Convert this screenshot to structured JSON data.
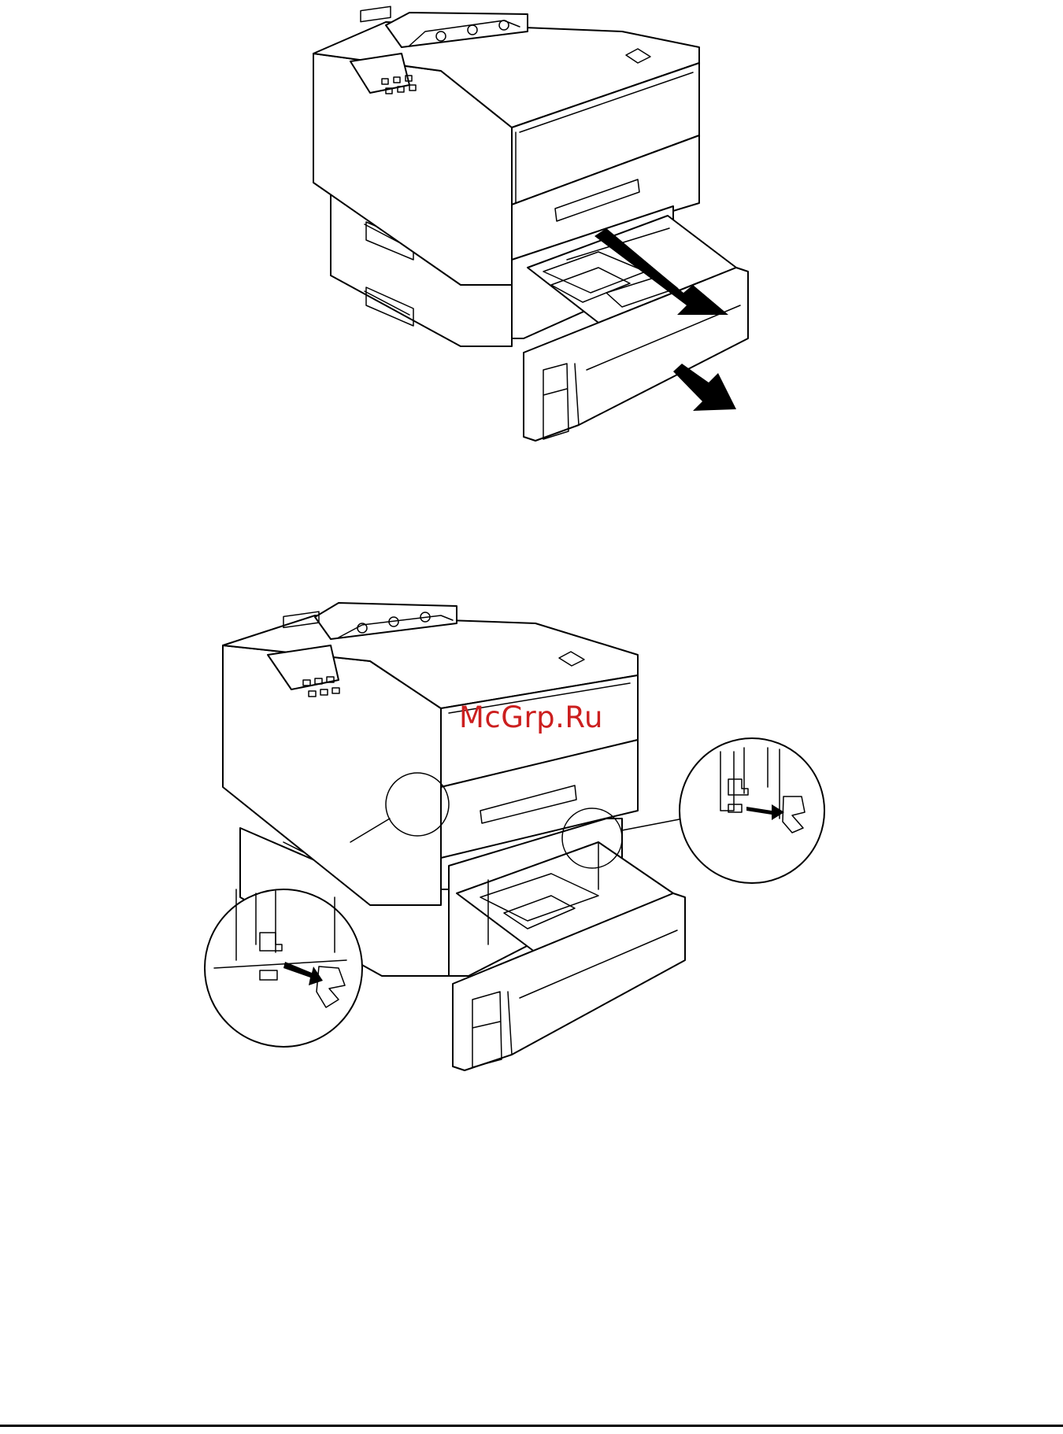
{
  "watermark": {
    "text": "McGrp.Ru"
  },
  "figures": [
    {
      "id": "remove-tray",
      "icons": [
        "printer-illustration",
        "paper-tray",
        "pull-arrow-icon"
      ]
    },
    {
      "id": "release-stoppers",
      "icons": [
        "printer-illustration",
        "paper-tray",
        "magnifier-detail-left",
        "magnifier-detail-right",
        "stopper-release-arrow-icon"
      ]
    }
  ],
  "colors": {
    "line": "#000000",
    "watermark": "#cc1f1f",
    "background": "#ffffff"
  }
}
